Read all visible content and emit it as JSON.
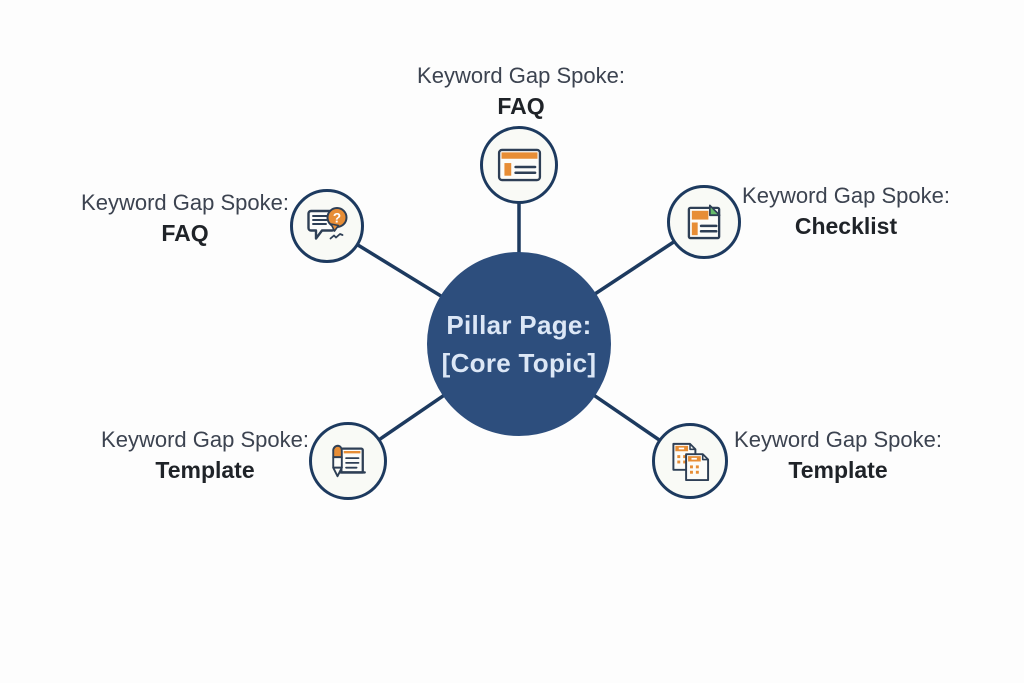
{
  "diagram": {
    "hub": {
      "title_line1": "Pillar Page:",
      "title_line2": "[Core Topic]"
    },
    "spokes": [
      {
        "position": "top",
        "label": "Keyword Gap Spoke:",
        "topic": "FAQ",
        "icon": "browser-window-icon"
      },
      {
        "position": "upper-left",
        "label": "Keyword Gap Spoke:",
        "topic": "FAQ",
        "icon": "question-bubble-icon"
      },
      {
        "position": "upper-right",
        "label": "Keyword Gap Spoke:",
        "topic": "Checklist",
        "icon": "checklist-document-icon"
      },
      {
        "position": "lower-left",
        "label": "Keyword Gap Spoke:",
        "topic": "Template",
        "icon": "pen-document-icon"
      },
      {
        "position": "lower-right",
        "label": "Keyword Gap Spoke:",
        "topic": "Template",
        "icon": "template-cards-icon"
      }
    ],
    "colors": {
      "bg": "#fdfdfd",
      "hub_fill": "#2d4e7d",
      "hub_text": "#dce7f6",
      "connector": "#1d3a5f",
      "node_border": "#1d3a5f",
      "node_fill": "#f9faf6",
      "icon_navy": "#2e3f55",
      "accent_orange": "#e78d35",
      "accent_green": "#66bb6a",
      "label_color": "#3c4350",
      "topic_color": "#1f2328"
    }
  }
}
